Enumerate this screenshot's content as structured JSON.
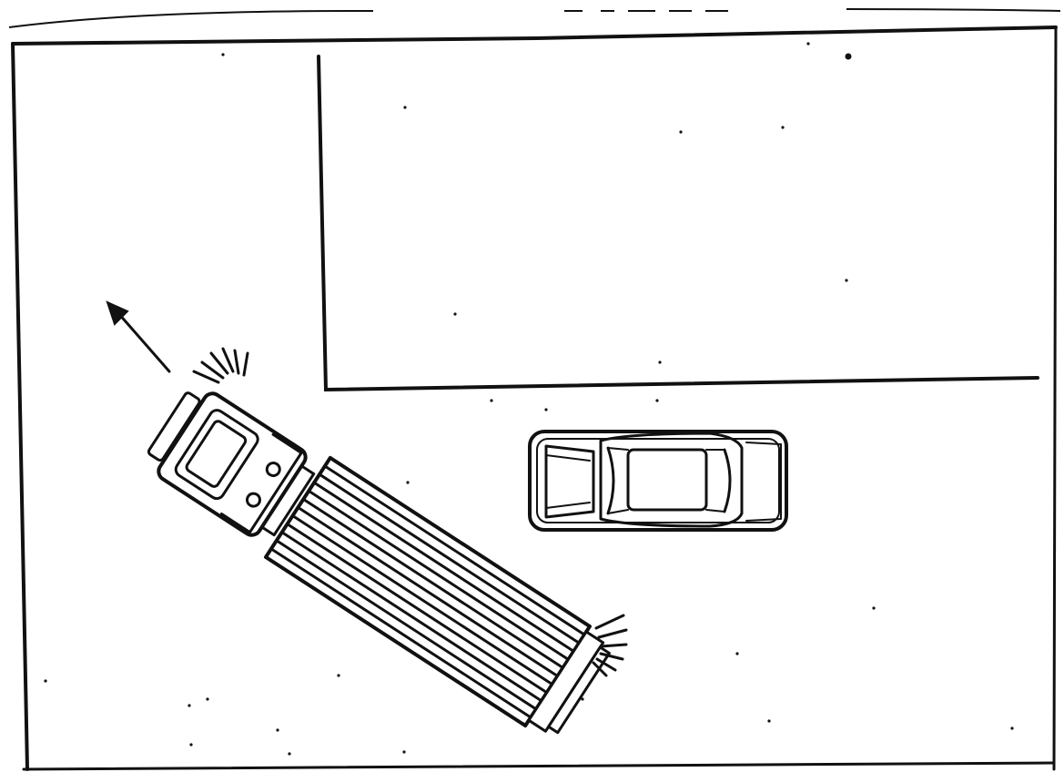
{
  "scene": {
    "description_visible_text": "",
    "ink_color": "#111111",
    "paper_color": "#ffffff",
    "elements": {
      "frame": "border-frame",
      "building": "building-outline",
      "truck": "box-truck",
      "truck_front_warning": "warning-lines-icon",
      "truck_rear_warning": "warning-lines-icon",
      "car": "sedan-car",
      "direction": "arrow-up-left-icon",
      "specks": "scan-noise"
    }
  }
}
